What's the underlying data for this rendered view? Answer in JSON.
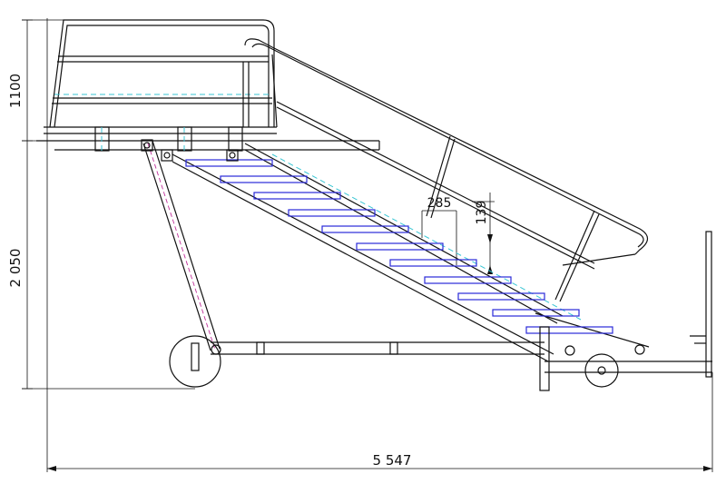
{
  "dimensions": {
    "platform_height": "1100",
    "stair_height": "2 050",
    "overall_length": "5 547",
    "step_going": "285",
    "step_rise": "139"
  },
  "colors": {
    "line": "#111111",
    "centerline": "#39c6d4",
    "steps": "#2a2ad8",
    "hinge": "#c0309a"
  }
}
